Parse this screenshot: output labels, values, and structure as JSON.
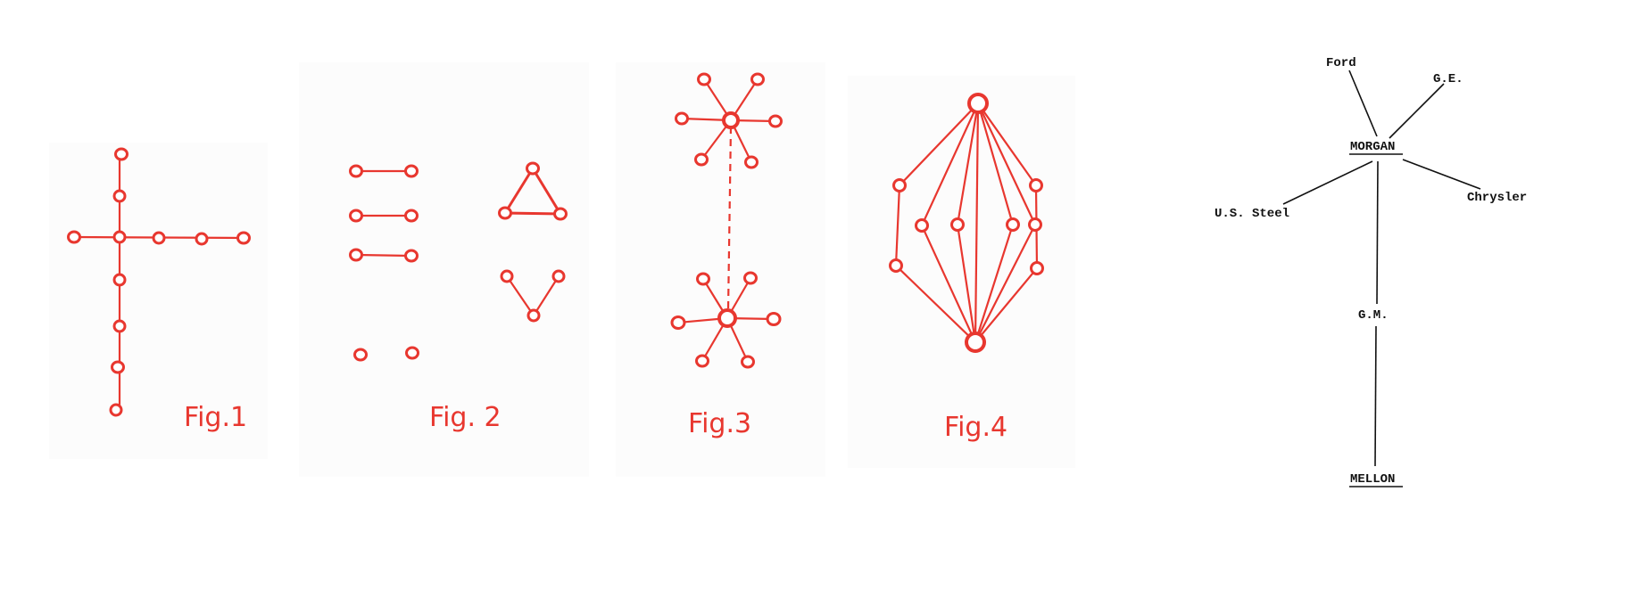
{
  "figures": {
    "fig1": {
      "label": "Fig.1"
    },
    "fig2": {
      "label": "Fig. 2"
    },
    "fig3": {
      "label": "Fig.3"
    },
    "fig4": {
      "label": "Fig.4"
    }
  },
  "network": {
    "hubs": {
      "morgan": "MORGAN",
      "mellon": "MELLON"
    },
    "companies": {
      "ford": "Ford",
      "ge": "G.E.",
      "chrysler": "Chrysler",
      "us_steel": "U.S. Steel",
      "gm": "G.M."
    }
  },
  "colors": {
    "red": "#e8372f",
    "ink": "#111111"
  }
}
